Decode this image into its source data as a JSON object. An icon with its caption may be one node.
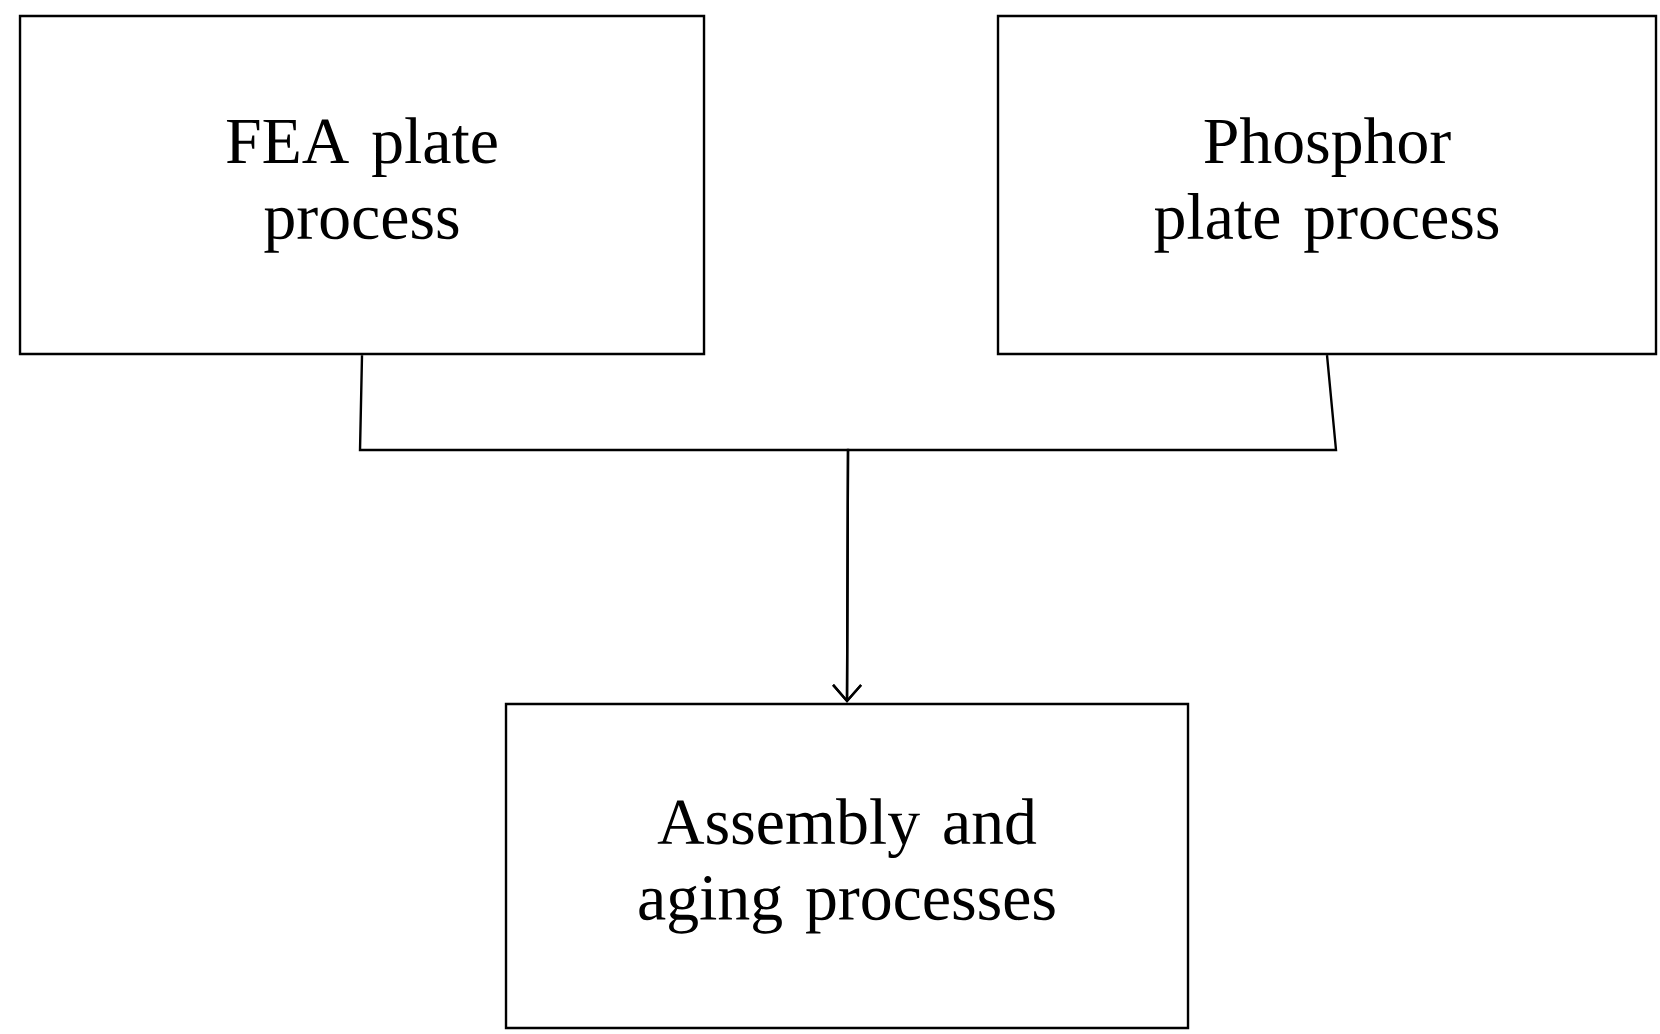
{
  "diagram": {
    "nodes": [
      {
        "text": [
          "FEA plate process"
        ]
      },
      {
        "text": [
          "Phosphor plate process"
        ]
      },
      {
        "text": [
          "Assembly and aging processes"
        ]
      }
    ],
    "edges": [
      {
        "from": 0,
        "to": 2,
        "arrow": "to"
      },
      {
        "from": 1,
        "to": 2,
        "arrow": "to"
      }
    ]
  }
}
